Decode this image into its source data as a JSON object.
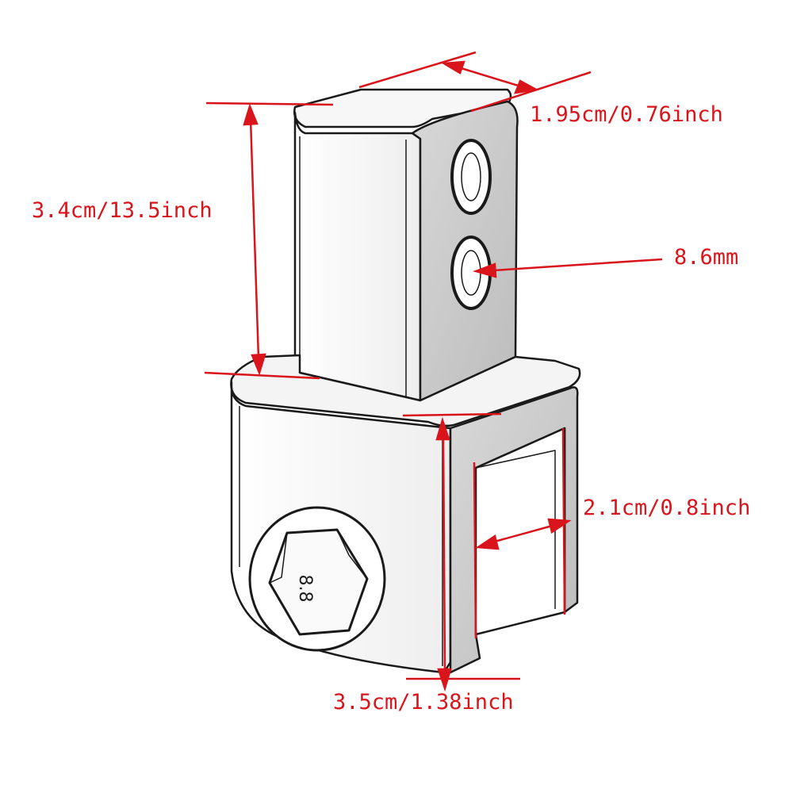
{
  "dimensions": {
    "top_width": "1.95cm/0.76inch",
    "top_height": "3.4cm/13.5inch",
    "hole_diameter": "8.6mm",
    "slot_width": "2.1cm/0.8inch",
    "bottom_height": "3.5cm/1.38inch"
  },
  "bolt_marking": "8.8",
  "colors": {
    "dimension": "#d9141b",
    "outline": "#1a1a1a",
    "body": "#ffffff"
  }
}
